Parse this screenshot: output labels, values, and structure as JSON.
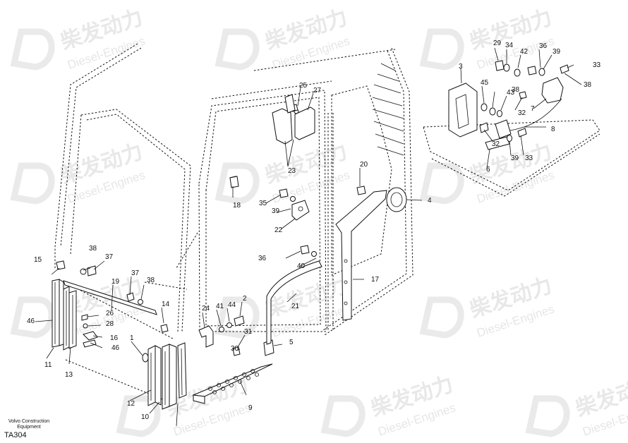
{
  "watermark": {
    "cn": "柴发动力",
    "en": "Diesel-Engines"
  },
  "footer": {
    "company_line1": "Volvo Construction",
    "company_line2": "Equipment",
    "code": "TA304"
  },
  "callouts": [
    "1",
    "2",
    "3",
    "4",
    "5",
    "6",
    "7",
    "8",
    "9",
    "10",
    "11",
    "12",
    "13",
    "14",
    "15",
    "16",
    "17",
    "18",
    "19",
    "20",
    "21",
    "22",
    "23",
    "24",
    "25",
    "26",
    "27",
    "28",
    "29",
    "30",
    "31",
    "32",
    "32",
    "33",
    "33",
    "34",
    "35",
    "36",
    "36",
    "37",
    "37",
    "38",
    "38",
    "38",
    "38",
    "39",
    "39",
    "39",
    "40",
    "41",
    "42",
    "43",
    "44",
    "45",
    "46",
    "46"
  ]
}
